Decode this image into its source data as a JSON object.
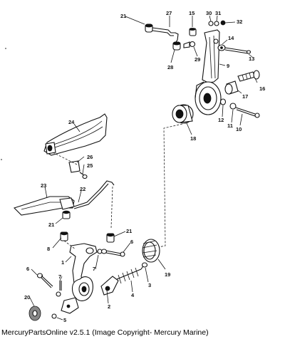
{
  "footer": {
    "copyright": "MercuryPartsOnline v2.5.1 (Image Copyright- Mercury Marine)"
  },
  "callouts": [
    "21",
    "27",
    "15",
    "30",
    "31",
    "32",
    "14",
    "29",
    "13",
    "28",
    "9",
    "16",
    "17",
    "12",
    "11",
    "10",
    "18",
    "24",
    "26",
    "25",
    "23",
    "22",
    "21",
    "21",
    "8",
    "6",
    "1",
    "7",
    "6",
    "19",
    "3",
    "4",
    "2",
    "7",
    "20",
    "5"
  ]
}
